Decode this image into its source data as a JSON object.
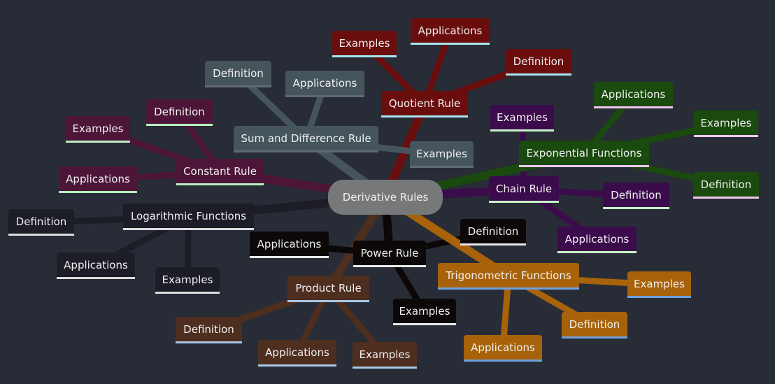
{
  "mindmap": {
    "root": "Derivative Rules",
    "branches": [
      {
        "label": "Quotient Rule",
        "color": "#6a0d0d",
        "underline": "#a8e6f0",
        "children": [
          {
            "label": "Examples"
          },
          {
            "label": "Applications"
          },
          {
            "label": "Definition"
          }
        ]
      },
      {
        "label": "Sum and Difference Rule",
        "color": "#46555c",
        "underline": "#5f6b70",
        "children": [
          {
            "label": "Definition"
          },
          {
            "label": "Applications"
          },
          {
            "label": "Examples"
          }
        ]
      },
      {
        "label": "Constant Rule",
        "color": "#4d1538",
        "underline": "#b9f0c0",
        "children": [
          {
            "label": "Definition"
          },
          {
            "label": "Examples"
          },
          {
            "label": "Applications"
          }
        ]
      },
      {
        "label": "Logarithmic Functions",
        "color": "#1c1d26",
        "underline": "#dcdcdc",
        "children": [
          {
            "label": "Definition"
          },
          {
            "label": "Applications"
          },
          {
            "label": "Examples"
          }
        ]
      },
      {
        "label": "Product Rule",
        "color": "#4e2e1f",
        "underline": "#a8c8e6",
        "children": [
          {
            "label": "Definition"
          },
          {
            "label": "Applications"
          },
          {
            "label": "Examples"
          }
        ]
      },
      {
        "label": "Power Rule",
        "color": "#0c0808",
        "underline": "#e8e8e8",
        "children": [
          {
            "label": "Applications"
          },
          {
            "label": "Definition"
          },
          {
            "label": "Examples"
          }
        ]
      },
      {
        "label": "Trigonometric Functions",
        "color": "#a8620a",
        "underline": "#6fa0e0",
        "children": [
          {
            "label": "Examples"
          },
          {
            "label": "Definition"
          },
          {
            "label": "Applications"
          }
        ]
      },
      {
        "label": "Chain Rule",
        "color": "#3c0b4c",
        "underline": "#c9f5c9",
        "children": [
          {
            "label": "Examples"
          },
          {
            "label": "Definition"
          },
          {
            "label": "Applications"
          }
        ]
      },
      {
        "label": "Exponential Functions",
        "color": "#1a4a0d",
        "underline": "#f0c8f0",
        "children": [
          {
            "label": "Applications"
          },
          {
            "label": "Examples"
          },
          {
            "label": "Definition"
          }
        ]
      }
    ]
  }
}
